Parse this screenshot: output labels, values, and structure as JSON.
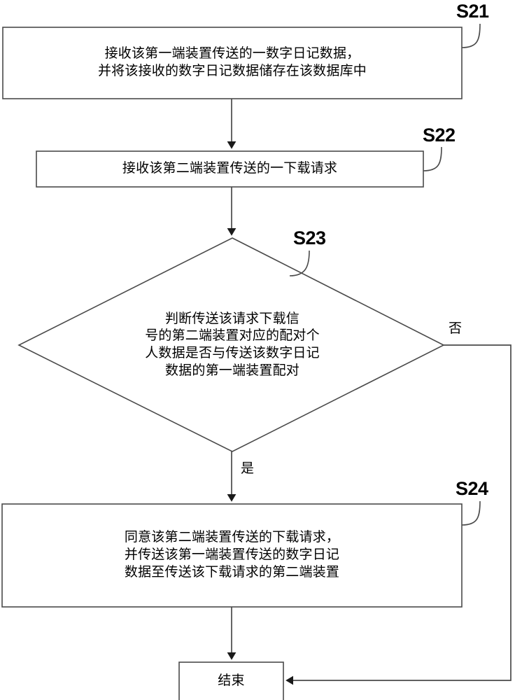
{
  "diagram": {
    "type": "flowchart",
    "title": "",
    "background_color": "#ffffff",
    "line_color": "#3a3a3a",
    "text_color": "#000000",
    "nodes": [
      {
        "id": "S21",
        "shape": "process",
        "step_label": "S21",
        "text": "接收该第一端装置传送的一数字日记数据，\n并将该接收的数字日记数据储存在该数据库中"
      },
      {
        "id": "S22",
        "shape": "process",
        "step_label": "S22",
        "text": "接收该第二端装置传送的一下载请求"
      },
      {
        "id": "S23",
        "shape": "decision",
        "step_label": "S23",
        "text": "判断传送该请求下载信\n号的第二端装置对应的配对个\n人数据是否与传送该数字日记\n数据的第一端装置配对"
      },
      {
        "id": "S24",
        "shape": "process",
        "step_label": "S24",
        "text": "同意该第二端装置传送的下载请求，\n并传送该第一端装置传送的数字日记\n数据至传送该下载请求的第二端装置"
      },
      {
        "id": "END",
        "shape": "terminator",
        "step_label": "",
        "text": "结束"
      }
    ],
    "edges": [
      {
        "from": "S21",
        "to": "S22",
        "label": ""
      },
      {
        "from": "S22",
        "to": "S23",
        "label": ""
      },
      {
        "from": "S23",
        "to": "S24",
        "label": "是"
      },
      {
        "from": "S23",
        "to": "END",
        "label": "否"
      },
      {
        "from": "S24",
        "to": "END",
        "label": ""
      }
    ],
    "edge_labels": {
      "yes": "是",
      "no": "否"
    }
  }
}
